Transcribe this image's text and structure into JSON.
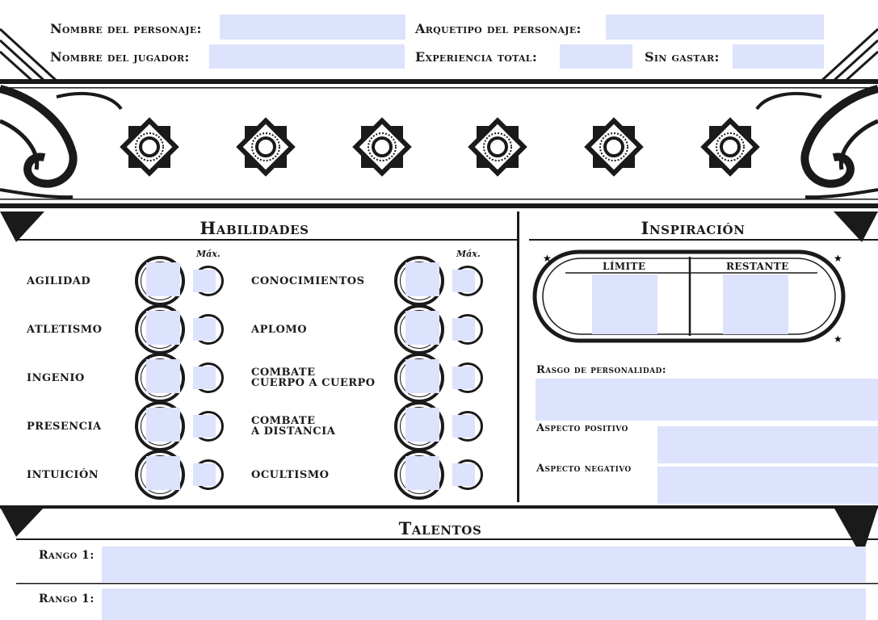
{
  "header": {
    "character_name_label": "Nombre del personaje:",
    "archetype_label": "Arquetipo del personaje:",
    "player_name_label": "Nombre del jugador:",
    "total_xp_label": "Experiencia total:",
    "unspent_label": "Sin gastar:"
  },
  "skills": {
    "title": "Habilidades",
    "max_label_left": "Máx.",
    "max_label_right": "Máx.",
    "left": [
      {
        "line1": "AGILIDAD",
        "line2": ""
      },
      {
        "line1": "ATLETISMO",
        "line2": ""
      },
      {
        "line1": "INGENIO",
        "line2": ""
      },
      {
        "line1": "PRESENCIA",
        "line2": ""
      },
      {
        "line1": "INTUICIÓN",
        "line2": ""
      }
    ],
    "right": [
      {
        "line1": "CONOCIMIENTOS",
        "line2": ""
      },
      {
        "line1": "APLOMO",
        "line2": ""
      },
      {
        "line1": "COMBATE",
        "line2": "CUERPO A CUERPO"
      },
      {
        "line1": "COMBATE",
        "line2": "A DISTANCIA"
      },
      {
        "line1": "OCULTISMO",
        "line2": ""
      }
    ]
  },
  "inspiration": {
    "title": "Inspiración",
    "limit_label": "LÍMITE",
    "remaining_label": "RESTANTE",
    "trait_label": "Rasgo de personalidad:",
    "positive_label": "Aspecto positivo",
    "negative_label": "Aspecto negativo"
  },
  "talents": {
    "title": "Talentos",
    "rank1_label": "Rango 1:",
    "rank1b_label": "Rango 1:"
  },
  "colors": {
    "field_fill": "#dde2fd",
    "ink": "#1a1a1a"
  }
}
